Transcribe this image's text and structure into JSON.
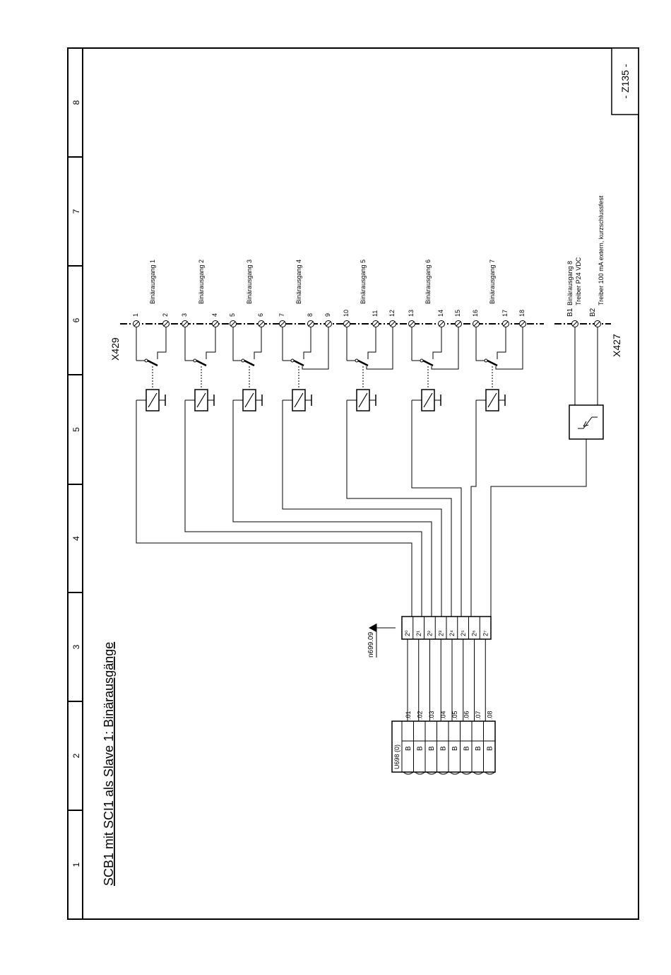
{
  "title": "SCB1 mit SCI1 als Slave 1: Binärausgänge",
  "page_number": "- Z135 -",
  "columns": [
    "1",
    "2",
    "3",
    "4",
    "5",
    "6",
    "7",
    "8"
  ],
  "connector_x429": "X429",
  "connector_x427": "X427",
  "outputs": [
    {
      "label": "Binärausgang 1",
      "terminals": [
        "1",
        "2"
      ]
    },
    {
      "label": "Binärausgang 2",
      "terminals": [
        "3",
        "4"
      ]
    },
    {
      "label": "Binärausgang 3",
      "terminals": [
        "5",
        "6"
      ]
    },
    {
      "label": "Binärausgang 4",
      "terminals": [
        "7",
        "8",
        "9"
      ]
    },
    {
      "label": "Binärausgang 5",
      "terminals": [
        "10",
        "11",
        "12"
      ]
    },
    {
      "label": "Binärausgang 6",
      "terminals": [
        "13",
        "14",
        "15"
      ]
    },
    {
      "label": "Binärausgang 7",
      "terminals": [
        "16",
        "17",
        "18"
      ]
    }
  ],
  "output8": {
    "label": "Binärausgang 8",
    "note1": "Treiber P24 VDC",
    "note2": "Treiber 100 mA extern, kurzschlussfest",
    "terminals": [
      "B1",
      "B2"
    ]
  },
  "connector_block": {
    "name": "U698 (0)",
    "types": [
      "B",
      "B",
      "B",
      "B",
      "B",
      "B",
      "B",
      "B"
    ],
    "indices": [
      ".01",
      ".02",
      ".03",
      ".04",
      ".05",
      ".06",
      ".07",
      ".08"
    ]
  },
  "bit_block": {
    "param": "n699.09",
    "bits": [
      "2⁰",
      "2¹",
      "2²",
      "2³",
      "2⁴",
      "2⁵",
      "2⁶",
      "2⁷"
    ]
  }
}
